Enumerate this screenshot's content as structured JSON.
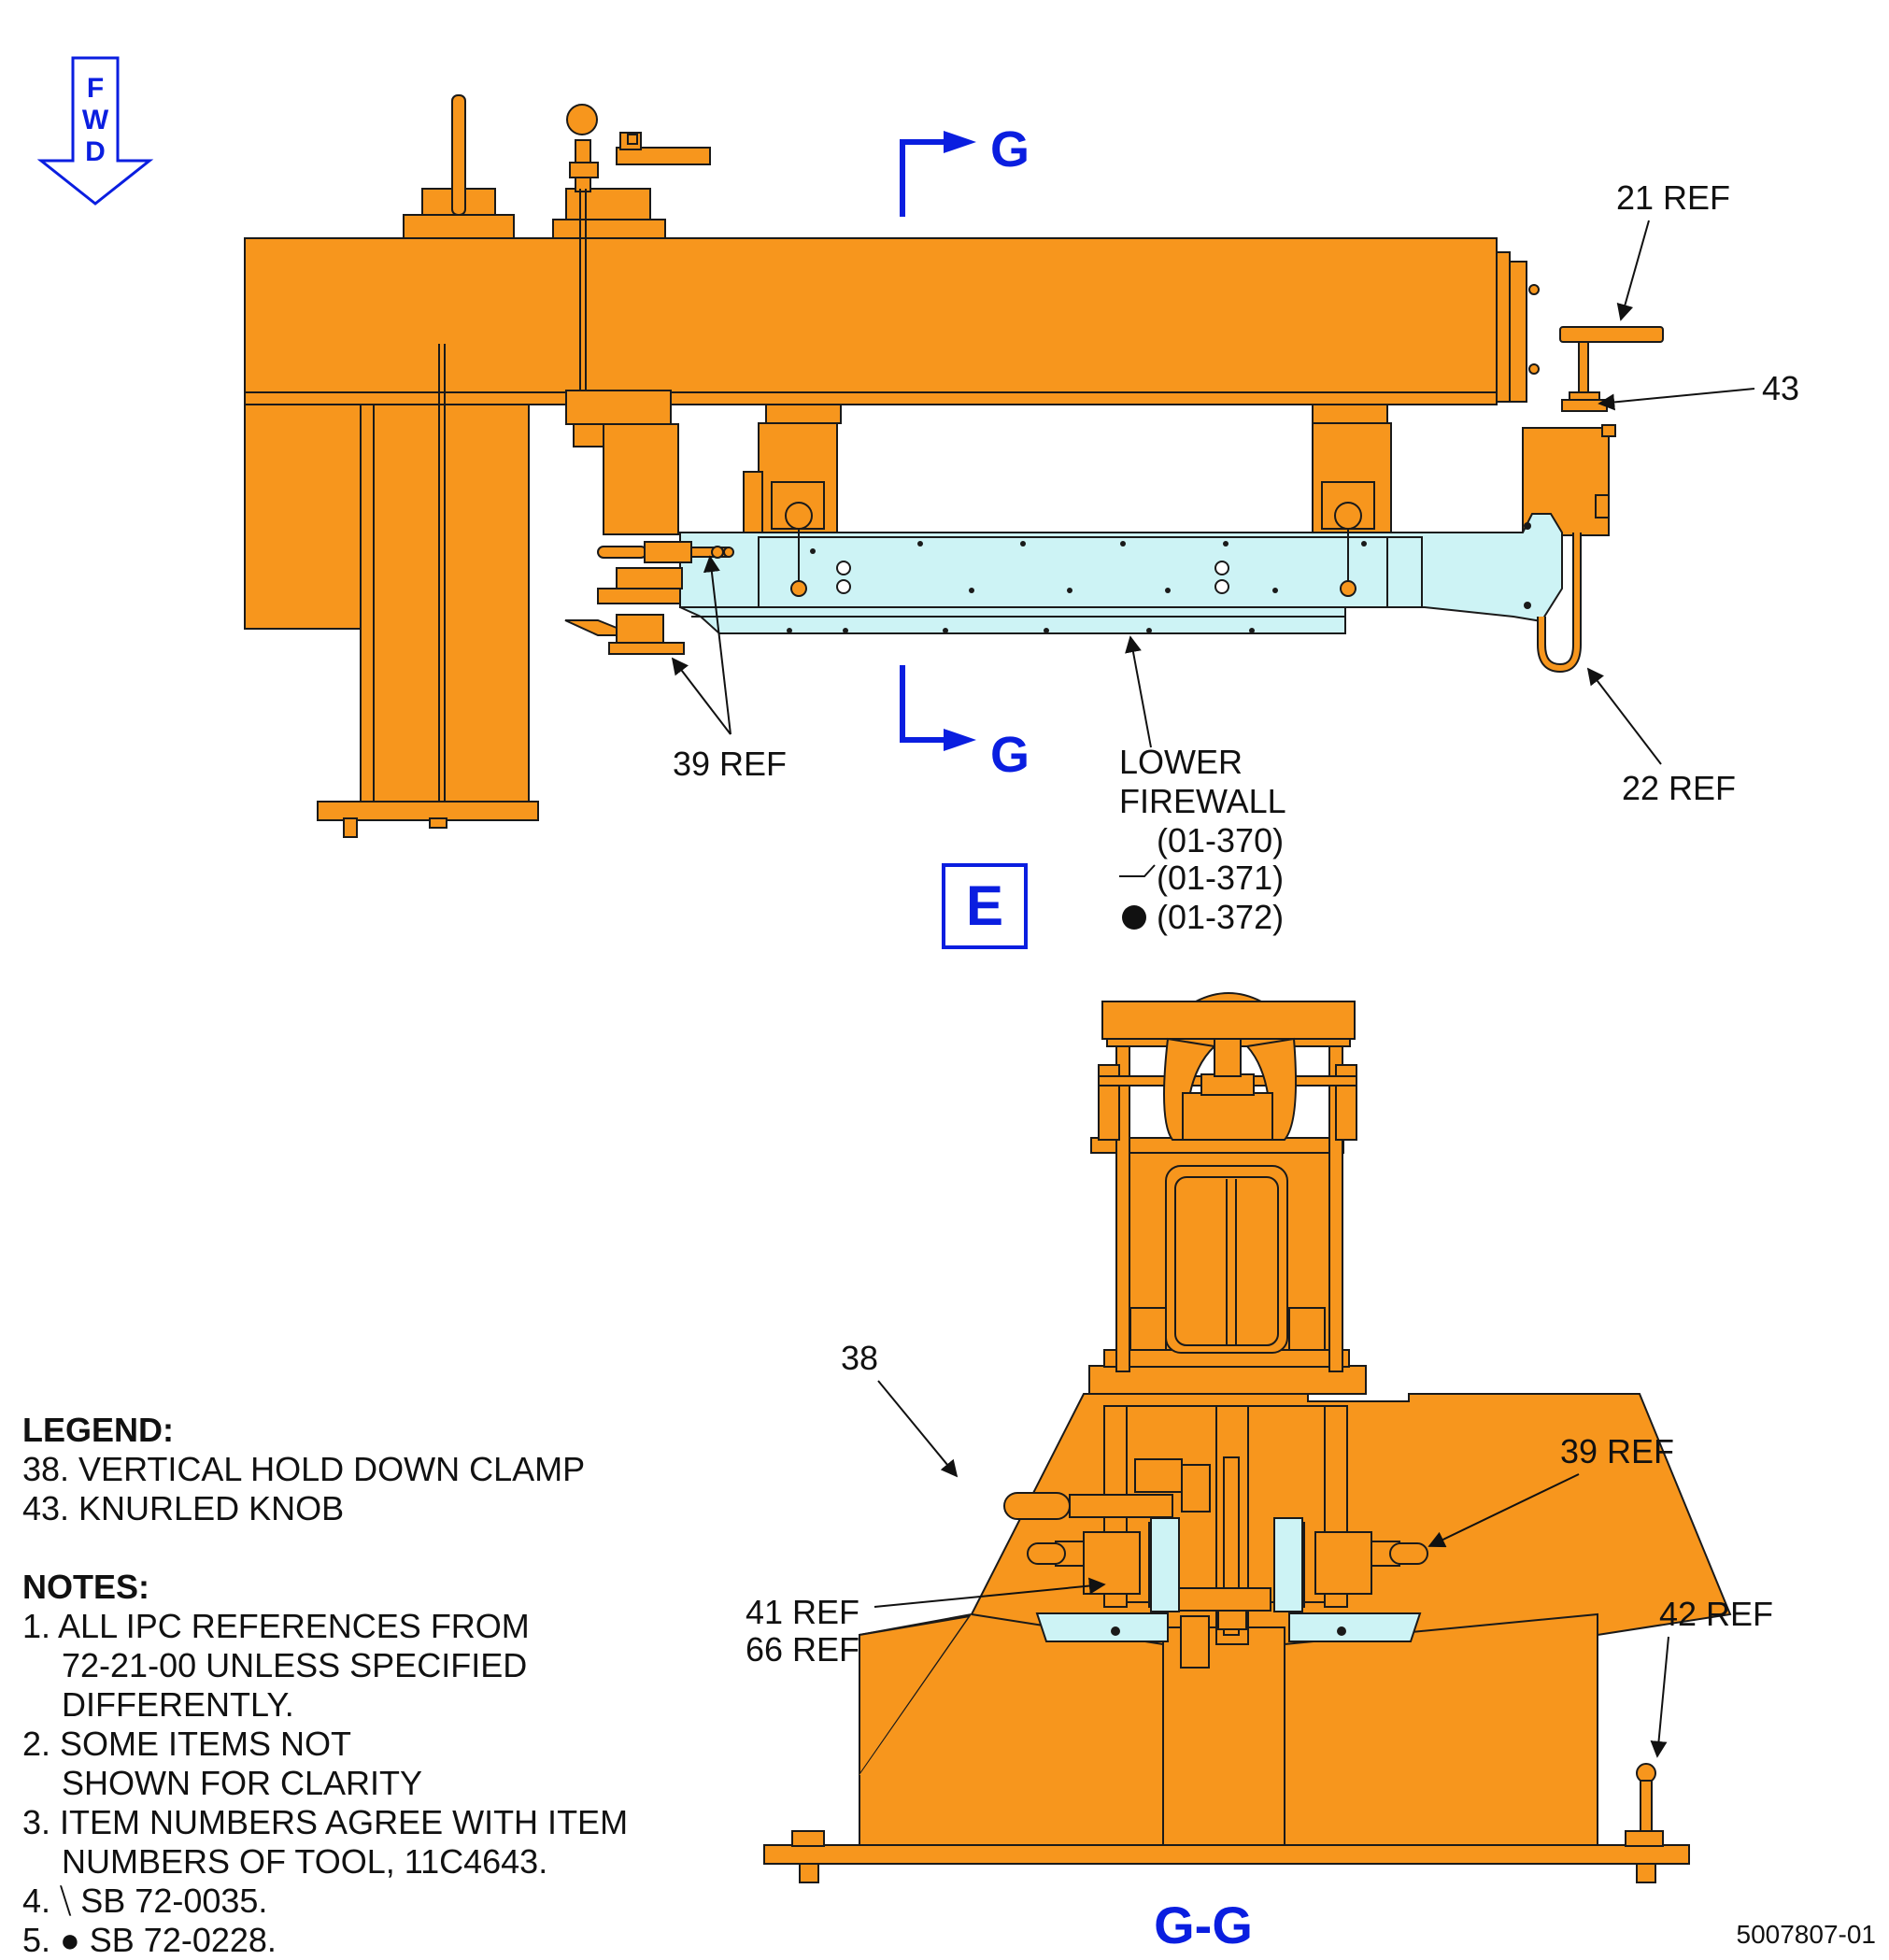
{
  "fwd_arrow": {
    "letters": [
      "F",
      "W",
      "D"
    ]
  },
  "section_marks": {
    "top": "G",
    "bottom": "G",
    "section_title": "G-G"
  },
  "view_label": "E",
  "callouts": {
    "c21": "21 REF",
    "c43": "43",
    "c22": "22 REF",
    "c39a": "39 REF",
    "lower_firewall_1": "LOWER",
    "lower_firewall_2": "FIREWALL",
    "fw_370": "(01-370)",
    "fw_371": "(01-371)",
    "fw_372": "(01-372)",
    "c38": "38",
    "c39b": "39 REF",
    "c41": "41 REF",
    "c66": "66 REF",
    "c42": "42 REF"
  },
  "legend": {
    "title": "LEGEND:",
    "items": [
      "38. VERTICAL HOLD DOWN CLAMP",
      "43. KNURLED KNOB"
    ]
  },
  "notes": {
    "title": "NOTES:",
    "n1a": "1. ALL IPC REFERENCES FROM",
    "n1b": "72-21-00 UNLESS SPECIFIED",
    "n1c": "DIFFERENTLY.",
    "n2a": "2. SOME ITEMS NOT",
    "n2b": "SHOWN FOR CLARITY",
    "n3a": "3. ITEM NUMBERS AGREE WITH ITEM",
    "n3b": "NUMBERS OF TOOL, 11C4643.",
    "n4": "4. ⧹ SB 72-0035.",
    "n5": "5. ● SB 72-0228."
  },
  "drawing_number": "5007807-01",
  "colors": {
    "fixture": "#f7961d",
    "firewall": "#cdf3f5",
    "line": "#1a1a1a",
    "blue": "#0a1ee0"
  }
}
